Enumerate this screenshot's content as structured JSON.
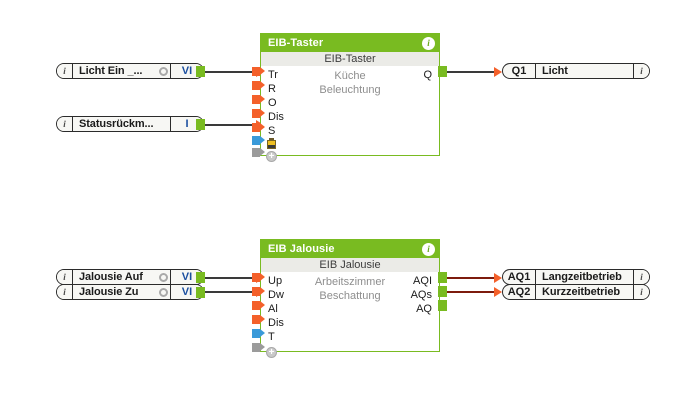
{
  "canvas": {
    "background": "#ffffff",
    "accent_green": "#79bb21",
    "accent_orange": "#f4602a",
    "accent_blue": "#3a9ad9",
    "wire_color": "#3a3a3a",
    "wire_color_alt": "#7d1b0d"
  },
  "icons": {
    "info": "i",
    "plus": "+",
    "gear": "gear-icon",
    "battery": "battery-icon"
  },
  "inputs": [
    {
      "name": "Licht Ein _...",
      "type": "VI",
      "info": "i",
      "gear": true
    },
    {
      "name": "Statusrückm...",
      "type": "I",
      "info": "i",
      "gear": false
    },
    {
      "name": "Jalousie Auf",
      "type": "VI",
      "info": "i",
      "gear": true
    },
    {
      "name": "Jalousie Zu",
      "type": "VI",
      "info": "i",
      "gear": true
    }
  ],
  "outputs": [
    {
      "tag": "Q1",
      "name": "Licht",
      "info": "i"
    },
    {
      "tag": "AQ1",
      "name": "Langzeitbetrieb",
      "info": "i"
    },
    {
      "tag": "AQ2",
      "name": "Kurzzeitbetrieb",
      "info": "i"
    }
  ],
  "blocks": [
    {
      "title": "EIB-Taster",
      "subtitle": "EIB-Taster",
      "info": "i",
      "center_lines": [
        "Küche",
        "Beleuchtung"
      ],
      "inputs": [
        "Tr",
        "R",
        "O",
        "Dis",
        "S"
      ],
      "outputs": [
        "Q"
      ]
    },
    {
      "title": "EIB Jalousie",
      "subtitle": "EIB Jalousie",
      "info": "i",
      "center_lines": [
        "Arbeitszimmer",
        "Beschattung"
      ],
      "inputs": [
        "Up",
        "Dw",
        "Al",
        "Dis",
        "T"
      ],
      "outputs": [
        "AQI",
        "AQs",
        "AQ"
      ]
    }
  ]
}
